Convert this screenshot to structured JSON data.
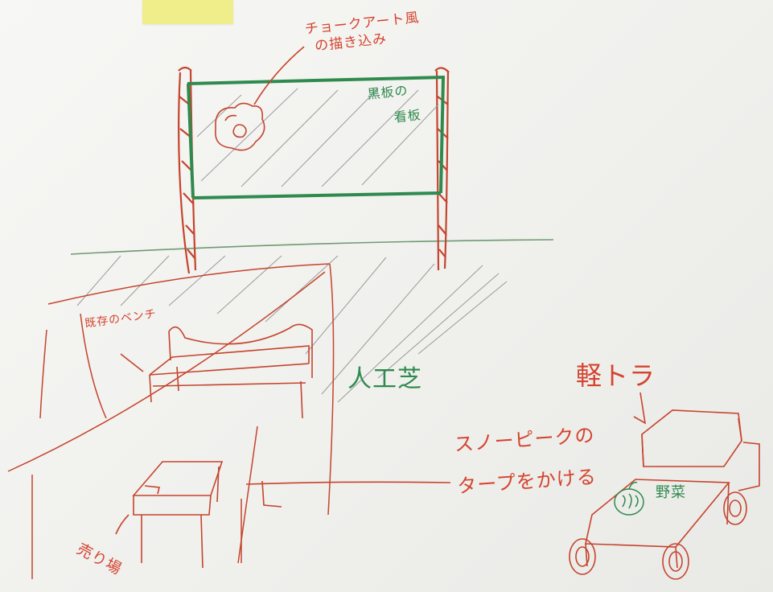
{
  "board": {
    "background_color": "#f3f3f1",
    "sticky_note_color": "#f0ee8a",
    "ink_colors": {
      "red": "#d5432e",
      "green": "#2f8a4e",
      "gray": "#8a8a8a"
    }
  },
  "sign": {
    "annotation": {
      "line1": "チョークアート風",
      "line2": "の描き込み"
    },
    "text": {
      "line1": "黒板の",
      "line2": "看板"
    }
  },
  "ground": {
    "bench_label": "既存のベンチ",
    "turf_label": "人工芝"
  },
  "tarp": {
    "line1": "スノーピークの",
    "line2": "タープをかける"
  },
  "stall": {
    "label": "売り場"
  },
  "truck": {
    "label": "軽トラ",
    "cargo_label": "野菜"
  }
}
